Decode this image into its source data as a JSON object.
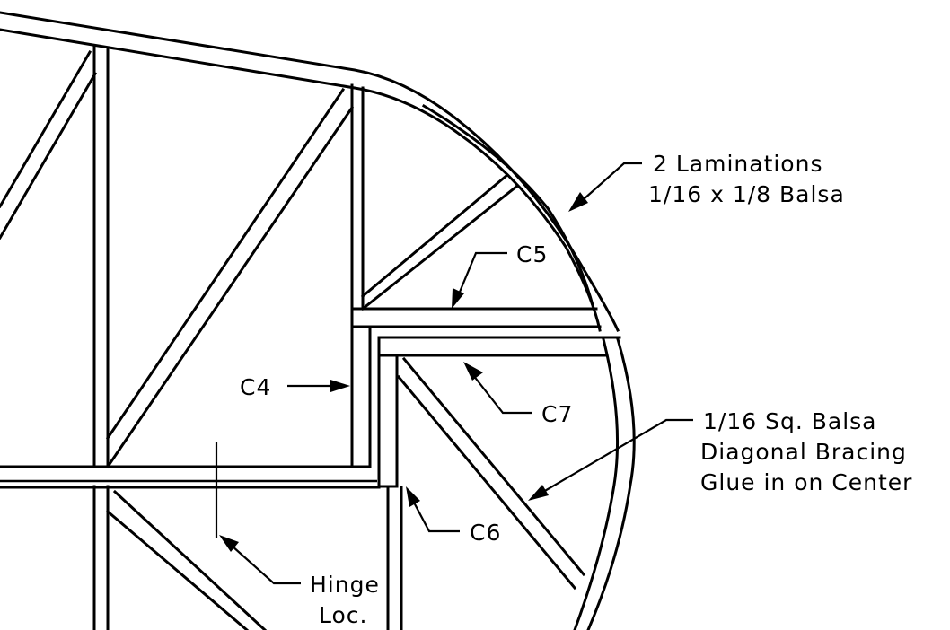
{
  "labels": {
    "laminations_line1": "2 Laminations",
    "laminations_line2": "1/16 x 1/8 Balsa",
    "c5": "C5",
    "c4": "C4",
    "c7": "C7",
    "c6": "C6",
    "bracing_line1": "1/16 Sq. Balsa",
    "bracing_line2": "Diagonal Bracing",
    "bracing_line3": "Glue in on Center",
    "hinge_line1": "Hinge",
    "hinge_line2": "Loc."
  }
}
